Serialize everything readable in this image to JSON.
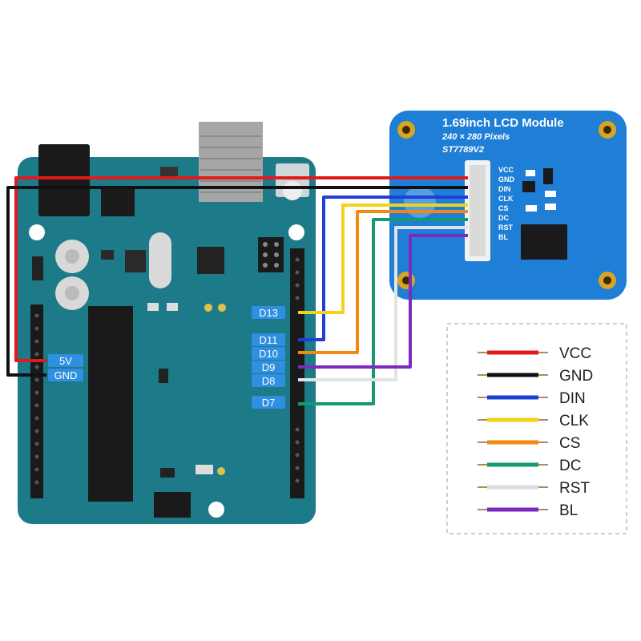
{
  "lcd": {
    "title": "1.69inch LCD Module",
    "resolution": "240 × 280 Pixels",
    "driver": "ST7789V2",
    "pins": [
      "VCC",
      "GND",
      "DIN",
      "CLK",
      "CS",
      "DC",
      "RST",
      "BL"
    ]
  },
  "arduino": {
    "power_labels": [
      "5V",
      "GND"
    ],
    "digital_labels": [
      "D13",
      "D11",
      "D10",
      "D9",
      "D8",
      "D7"
    ]
  },
  "legend": {
    "items": [
      {
        "label": "VCC",
        "color": "#e11b1b"
      },
      {
        "label": "GND",
        "color": "#111111"
      },
      {
        "label": "DIN",
        "color": "#1f3fd8"
      },
      {
        "label": "CLK",
        "color": "#f3d21b"
      },
      {
        "label": "CS",
        "color": "#f28a12"
      },
      {
        "label": "DC",
        "color": "#149a6e"
      },
      {
        "label": "RST",
        "color": "#e3e3e3"
      },
      {
        "label": "BL",
        "color": "#7a2bbd"
      }
    ]
  },
  "colors": {
    "board": "#1d7a89",
    "lcd_board": "#1f7fd6",
    "label_tag": "#2f8fe0"
  }
}
